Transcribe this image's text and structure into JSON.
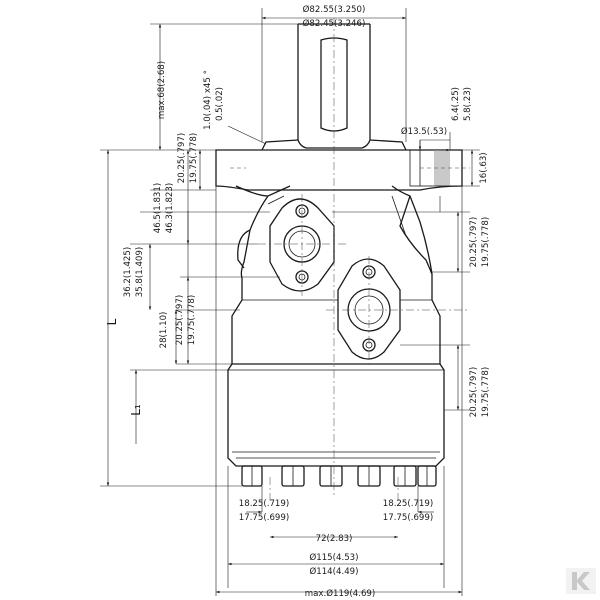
{
  "dims": {
    "shaft_dia_max": "Ø82.55(3.250)",
    "shaft_dia_min": "Ø82.45(3.246)",
    "shaft_length": "max.68(2.68)",
    "chamfer_1": "1.0(.04) x45 °",
    "chamfer_2": "0.5(.02)",
    "bolt_hole": "Ø13.5(.53)",
    "counterbore_max": "6.4(.25)",
    "counterbore_min": "5.8(.23)",
    "flange_thickness": "16(.63)",
    "flange_h_max": "20.25(.797)",
    "flange_h_min": "19.75(.778)",
    "port_a_offset_max": "46.5(1.831)",
    "port_a_offset_min": "46.3(1.823)",
    "port_spacing_max": "36.2(1.425)",
    "port_spacing_min": "35.8(1.409)",
    "port_b_offset": "28(1.10)",
    "port_b_bolt_max": "20.25(.797)",
    "port_b_bolt_min": "19.75(.778)",
    "L": "L",
    "L1": "L₁",
    "right_a_max": "20.25(.797)",
    "right_a_min": "19.75(.778)",
    "right_b_max": "20.25(.797)",
    "right_b_min": "19.75(.778)",
    "bolt_left_max": "18.25(.719)",
    "bolt_left_min": "17.75(.699)",
    "bolt_right_max": "18.25(.719)",
    "bolt_right_min": "17.75(.699)",
    "bolt_spacing": "72(2.83)",
    "body_dia_max": "Ø115(4.53)",
    "body_dia_min": "Ø114(4.49)",
    "max_dia": "max.Ø119(4.69)"
  }
}
